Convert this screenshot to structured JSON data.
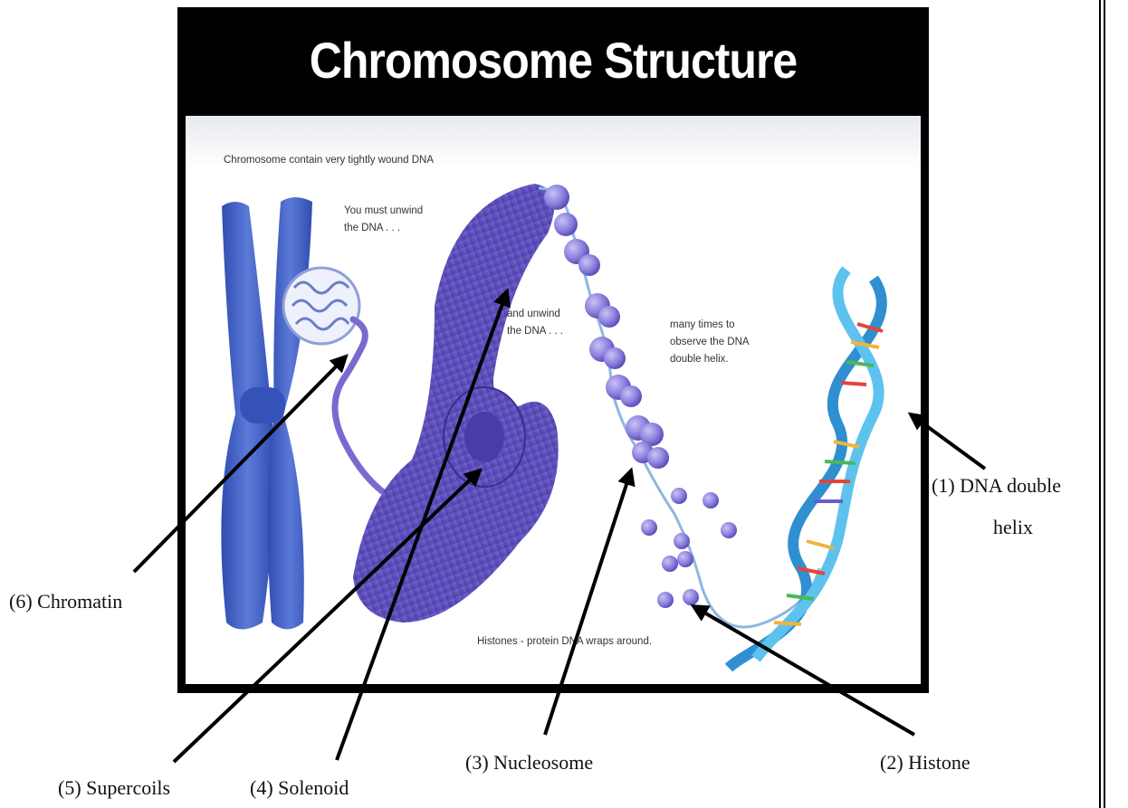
{
  "slide": {
    "title": "Chromosome Structure",
    "captions": {
      "intro": "Chromosome contain very tightly wound DNA",
      "unwind_1": "You must unwind\nthe DNA . . .",
      "unwind_2": "and unwind\nthe DNA . . .",
      "many_times": "many times to\nobserve the DNA\ndouble helix.",
      "histones": "Histones - protein DNA wraps around."
    }
  },
  "labels": {
    "dna_double_helix_line1": "(1) DNA double",
    "dna_double_helix_line2": "helix",
    "histone": "(2) Histone",
    "nucleosome": "(3) Nucleosome",
    "solenoid": "(4) Solenoid",
    "supercoils": "(5) Supercoils",
    "chromatin": "(6) Chromatin"
  },
  "colors": {
    "chromosome": "#3f5fc0",
    "coil": "#6a5ccd",
    "histone_bead": "#8a7fdc",
    "helix_backbone": "#3fa9e0",
    "arrow": "#000000"
  }
}
